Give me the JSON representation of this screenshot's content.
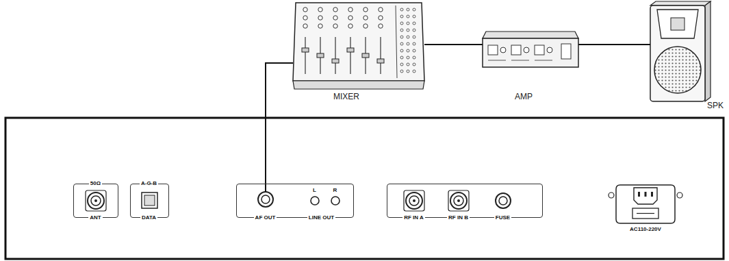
{
  "diagram": {
    "nodes": [
      {
        "text": [
          "MIXER"
        ]
      },
      {
        "text": [
          "AMP"
        ]
      },
      {
        "text": [
          "SPK"
        ]
      },
      {
        "text": [
          "50Ω",
          "ANT"
        ]
      },
      {
        "text": [
          "A-G-B",
          "DATA"
        ]
      },
      {
        "text": [
          "AF OUT",
          "L",
          "R",
          "LINE OUT"
        ]
      },
      {
        "text": [
          "RF IN A",
          "RF IN B",
          "FUSE"
        ]
      },
      {
        "text": [
          "AC110-220V"
        ]
      }
    ],
    "edges": [
      {
        "from": 5,
        "to": 0,
        "arrow": "none"
      },
      {
        "from": 0,
        "to": 1,
        "arrow": "none"
      },
      {
        "from": 1,
        "to": 2,
        "arrow": "none"
      }
    ]
  }
}
